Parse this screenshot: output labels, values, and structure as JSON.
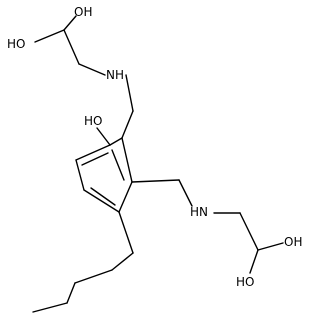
{
  "atoms": {
    "ho_top_1": "OH",
    "ho_top_2": "HO",
    "nh_top": "NH",
    "phenol_oh": "HO",
    "nh_bottom": "HN",
    "oh_bottom_1": "OH",
    "oh_bottom_2": "HO"
  },
  "colors": {
    "bonds": "#000000",
    "labels": "#000000",
    "background": "#ffffff"
  }
}
